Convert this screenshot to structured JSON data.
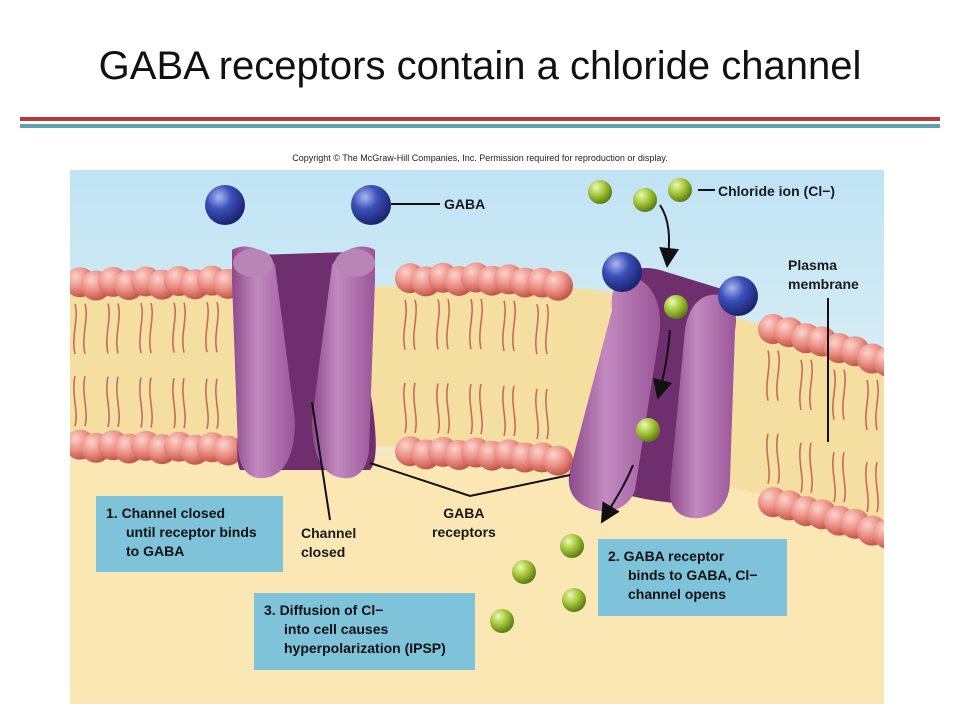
{
  "slide": {
    "title": "GABA receptors contain a chloride channel",
    "copyright": "Copyright © The McGraw-Hill Companies, Inc. Permission required for reproduction or display."
  },
  "labels": {
    "gaba": "GABA",
    "chloride_ion": "Chloride ion (Cl−)",
    "plasma_membrane_1": "Plasma",
    "plasma_membrane_2": "membrane",
    "channel_closed_1": "Channel",
    "channel_closed_2": "closed",
    "gaba_receptors_1": "GABA",
    "gaba_receptors_2": "receptors"
  },
  "steps": [
    {
      "line1": "1. Channel closed",
      "line2": "until receptor binds",
      "line3": "to GABA"
    },
    {
      "line1": "2. GABA receptor",
      "line2": "binds to GABA, Cl−",
      "line3": "channel opens"
    },
    {
      "line1": "3. Diffusion of Cl−",
      "line2": "into cell causes",
      "line3": "hyperpolarization (IPSP)"
    }
  ],
  "colors": {
    "extracellular": "#bfe3f4",
    "cytoplasm": "#fbe7b4",
    "membrane_core": "#f5dfa0",
    "phospholipid_head": "#ec8f84",
    "receptor_light": "#b56fab",
    "receptor_dark": "#6f2e6e",
    "gaba_molecule": "#2f3f9a",
    "chloride_ion": "#a4c83a",
    "step_box": "#7ec3d9",
    "rule_red": "#b5383a",
    "rule_teal": "#5aa3ad"
  }
}
